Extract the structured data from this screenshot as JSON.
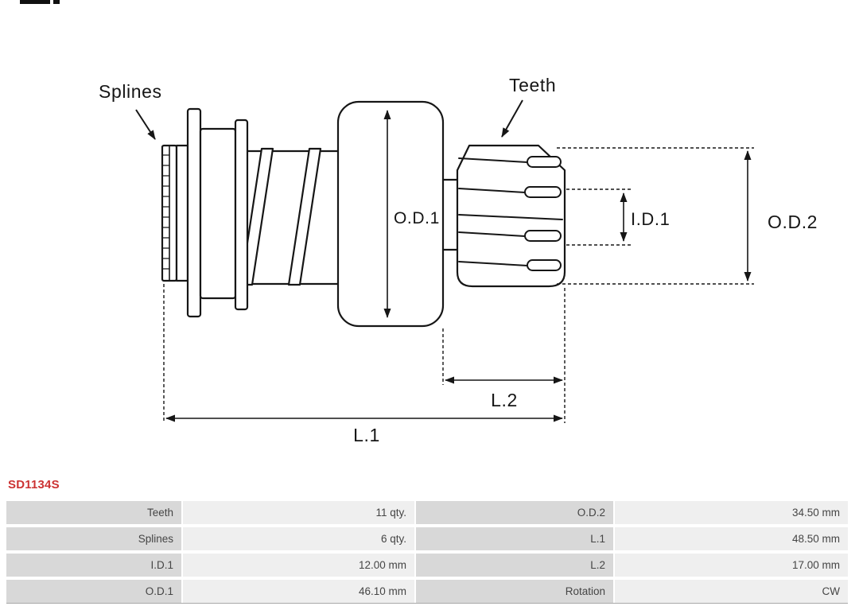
{
  "header": {
    "part_number": "SD1134S"
  },
  "colors": {
    "part_number_red": "#cc3333",
    "table_label_bg": "#d8d8d8",
    "table_value_bg": "#efefef",
    "table_text": "#454545",
    "line_color": "#161616"
  },
  "diagram": {
    "labels": {
      "splines": "Splines",
      "teeth": "Teeth",
      "od1": "O.D.1",
      "id1": "I.D.1",
      "od2": "O.D.2",
      "l1": "L.1",
      "l2": "L.2"
    }
  },
  "table": {
    "rows": [
      {
        "c1": "Teeth",
        "c2": "11 qty.",
        "c3": "O.D.2",
        "c4": "34.50 mm"
      },
      {
        "c1": "Splines",
        "c2": "6 qty.",
        "c3": "L.1",
        "c4": "48.50 mm"
      },
      {
        "c1": "I.D.1",
        "c2": "12.00 mm",
        "c3": "L.2",
        "c4": "17.00 mm"
      },
      {
        "c1": "O.D.1",
        "c2": "46.10 mm",
        "c3": "Rotation",
        "c4": "CW"
      }
    ]
  }
}
